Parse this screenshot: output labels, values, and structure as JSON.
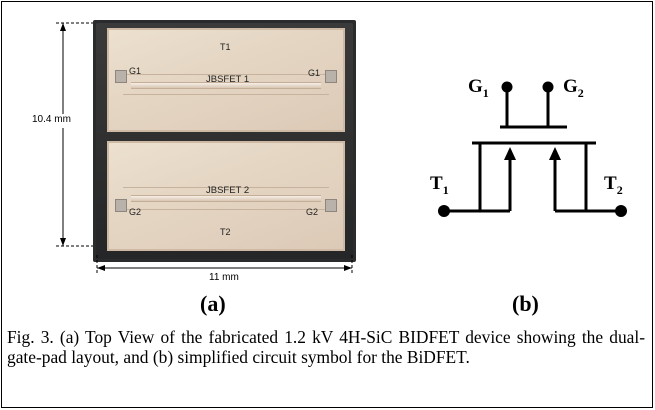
{
  "figure": {
    "panel_a": {
      "height_label": "10.4 mm",
      "width_label": "11 mm",
      "top_die": {
        "terminal": "T1",
        "device": "JBSFET 1",
        "gate_left": "G1",
        "gate_right": "G1"
      },
      "bottom_die": {
        "terminal": "T2",
        "device": "JBSFET 2",
        "gate_left": "G2",
        "gate_right": "G2"
      },
      "sublabel": "(a)"
    },
    "panel_b": {
      "gate1": {
        "main": "G",
        "sub": "1"
      },
      "gate2": {
        "main": "G",
        "sub": "2"
      },
      "term1": {
        "main": "T",
        "sub": "1"
      },
      "term2": {
        "main": "T",
        "sub": "2"
      },
      "sublabel": "(b)"
    },
    "caption": "Fig. 3. (a) Top View of the fabricated 1.2 kV 4H-SiC BIDFET device showing the dual-gate-pad layout, and (b) simplified circuit symbol for the BiDFET."
  }
}
